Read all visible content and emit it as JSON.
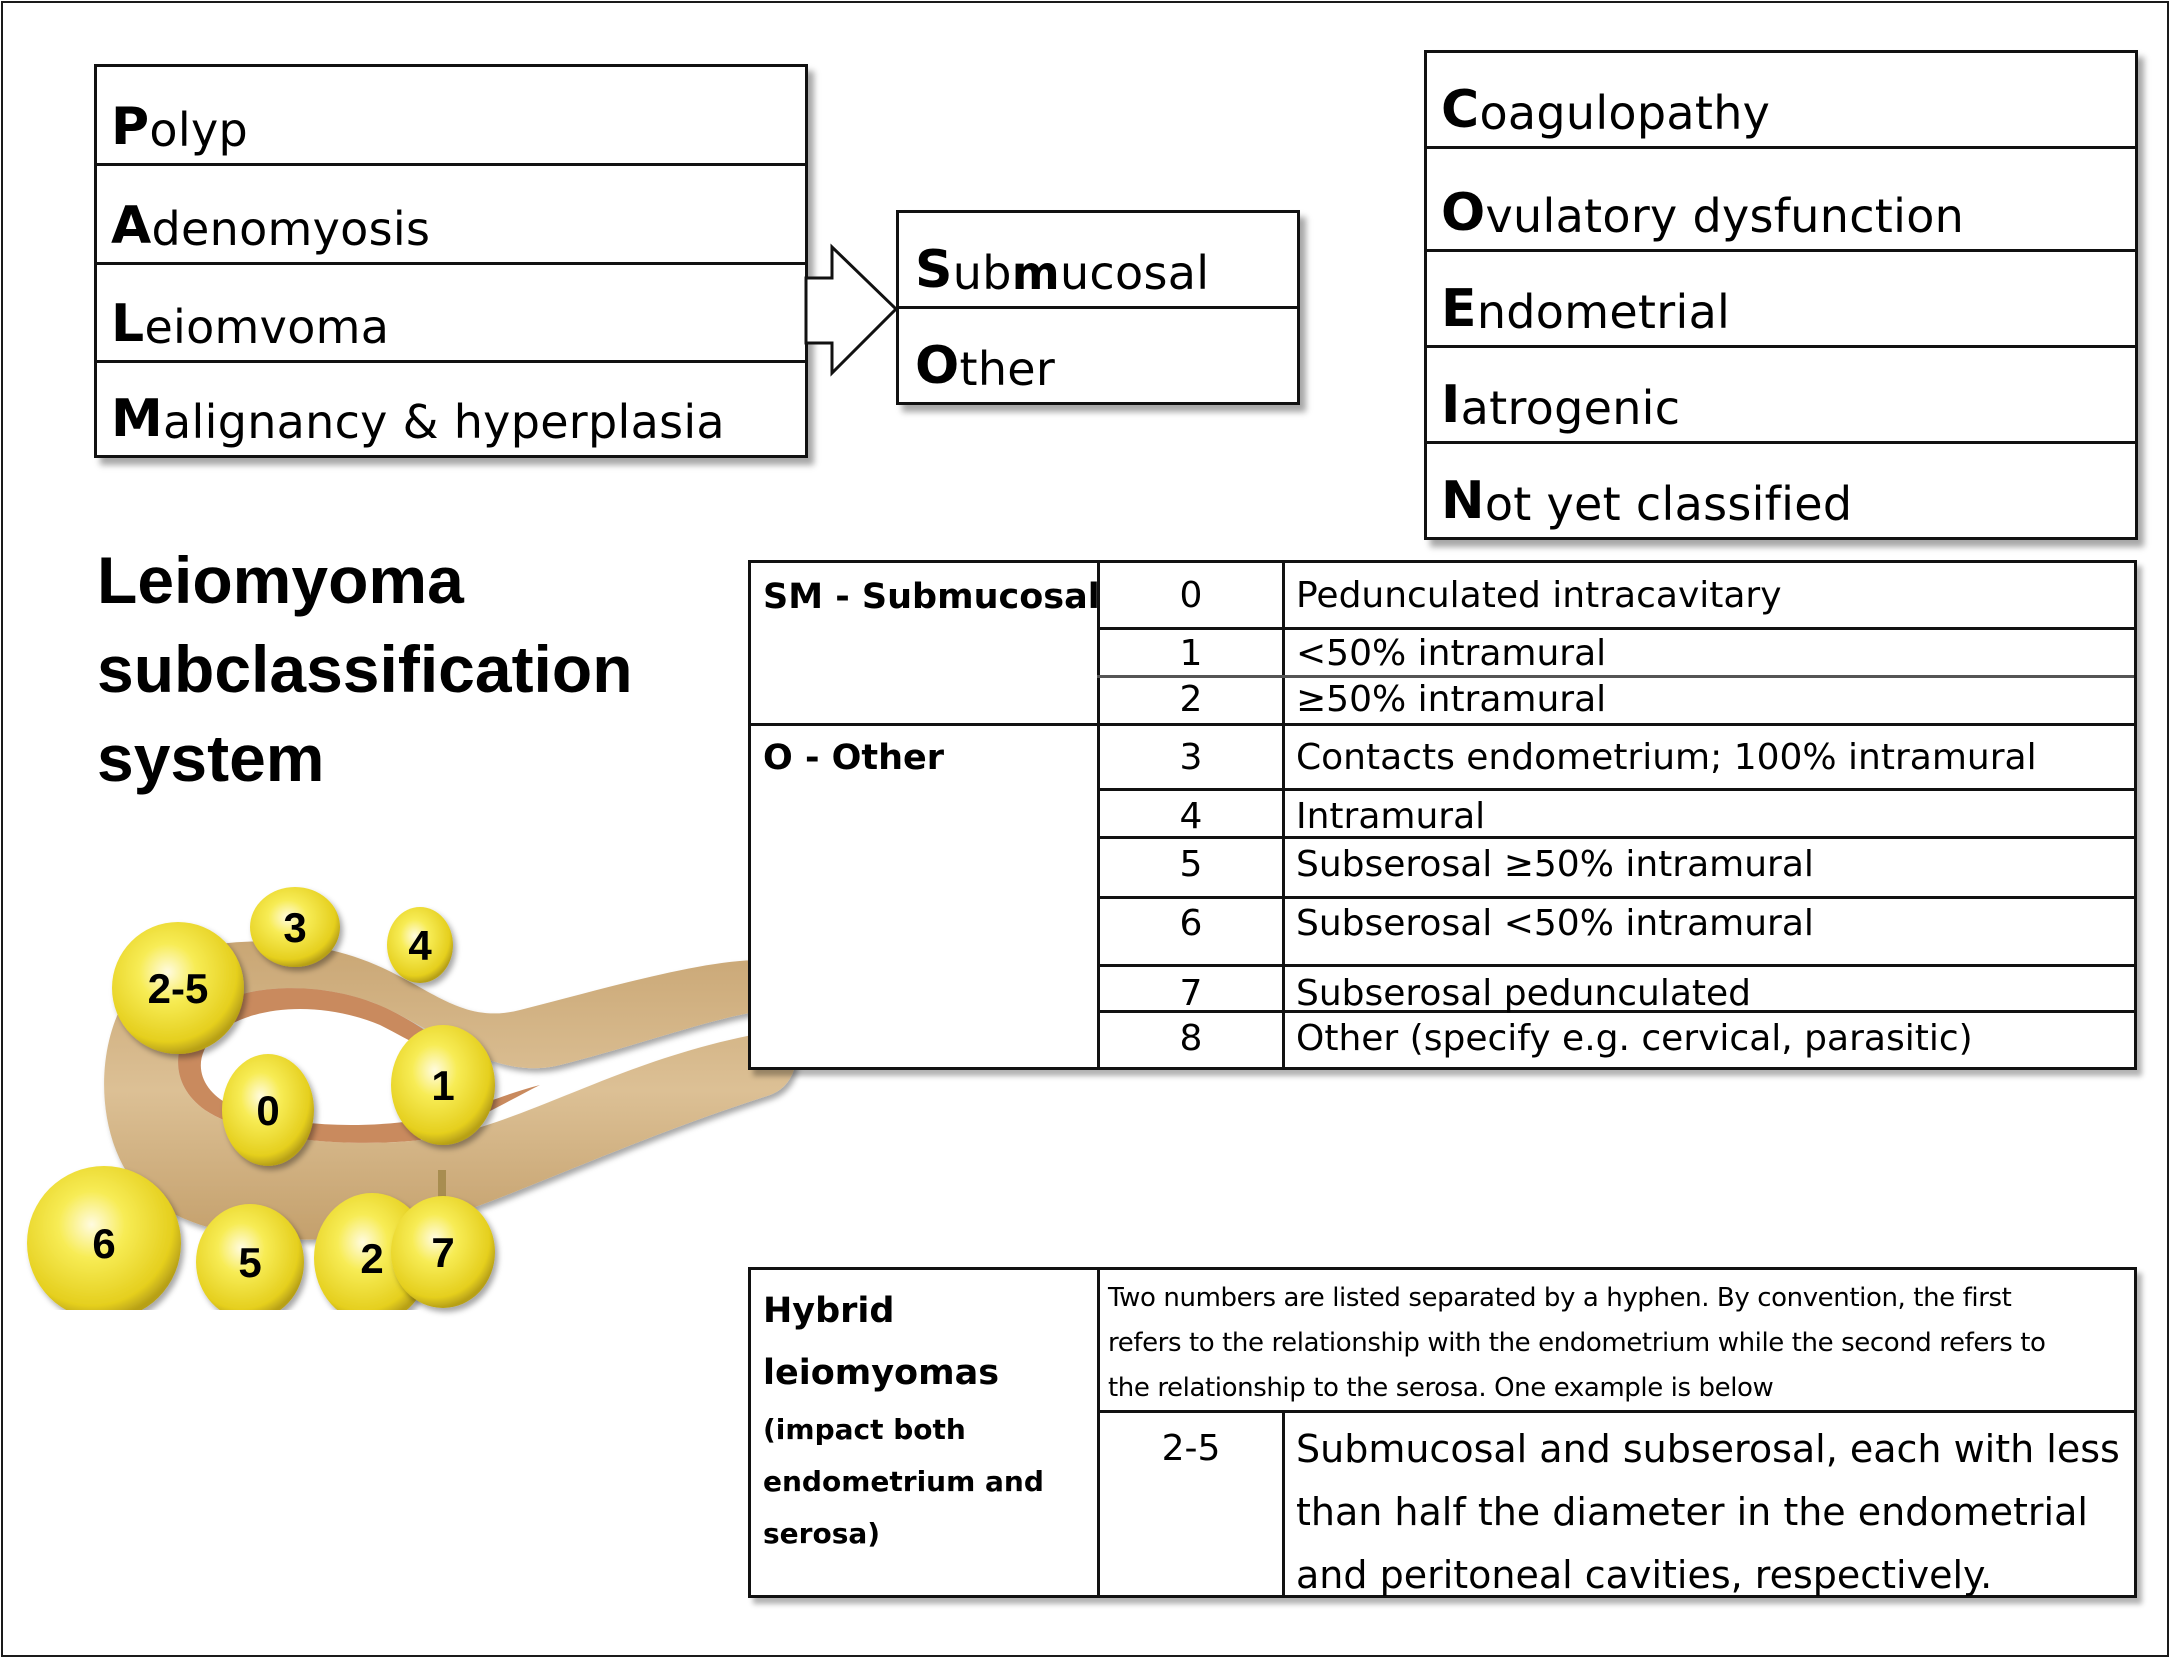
{
  "palm": {
    "items": [
      {
        "initial": "P",
        "rest": "olyp"
      },
      {
        "initial": "A",
        "rest": "denomyosis"
      },
      {
        "initial": "L",
        "rest": "eiomvoma"
      },
      {
        "initial": "M",
        "rest": "alignancy & hyperplasia"
      }
    ]
  },
  "leiomyoma_split": {
    "items": [
      {
        "initial": "S",
        "mid": "ub",
        "bold2": "m",
        "rest": "ucosal"
      },
      {
        "initial": "O",
        "mid": "",
        "bold2": "",
        "rest": "ther"
      }
    ]
  },
  "coein": {
    "items": [
      {
        "initial": "C",
        "rest": "oagulopathy"
      },
      {
        "initial": "O",
        "rest": "vulatory dysfunction"
      },
      {
        "initial": "E",
        "rest": "ndometrial"
      },
      {
        "initial": "I",
        "rest": "atrogenic"
      },
      {
        "initial": "N",
        "rest": "ot yet classified"
      }
    ]
  },
  "heading": {
    "lines": [
      "Leiomyoma",
      "subclassification",
      "system"
    ]
  },
  "illustration": {
    "fibroid_labels": [
      "2-5",
      "3",
      "4",
      "1",
      "0",
      "6",
      "2",
      "5",
      "7"
    ],
    "colors": {
      "fibroid": "#f2e235",
      "uterus": "#d8b98a",
      "endometrium": "#c98a5e"
    }
  },
  "classification_table": {
    "groups": [
      {
        "label": "SM - Submucosal",
        "rows": [
          {
            "type": "0",
            "description": "Pedunculated intracavitary"
          },
          {
            "type": "1",
            "description": "<50% intramural"
          },
          {
            "type": "2",
            "description": "≥50% intramural"
          }
        ]
      },
      {
        "label": "O - Other",
        "rows": [
          {
            "type": "3",
            "description": "Contacts endometrium; 100% intramural"
          },
          {
            "type": "4",
            "description": "Intramural"
          },
          {
            "type": "5",
            "description": "Subserosal ≥50% intramural"
          },
          {
            "type": "6",
            "description": "Subserosal <50% intramural"
          },
          {
            "type": "7",
            "description": "Subserosal pedunculated"
          },
          {
            "type": "8",
            "description": "Other (specify e.g. cervical, parasitic)"
          }
        ]
      }
    ]
  },
  "hybrid": {
    "title_lines": [
      "Hybrid",
      "leiomyomas"
    ],
    "subtitle_lines": [
      "(impact both",
      "endometrium and",
      "serosa)"
    ],
    "note_lines": [
      "Two numbers are listed separated by a hyphen. By convention, the first",
      "refers to the relationship with the endometrium while the second refers to",
      "the relationship to the serosa. One example is below"
    ],
    "example": {
      "type": "2-5",
      "description_lines": [
        "Submucosal and subserosal, each with less",
        "than half the diameter in the endometrial",
        "and peritoneal cavities, respectively."
      ]
    }
  }
}
